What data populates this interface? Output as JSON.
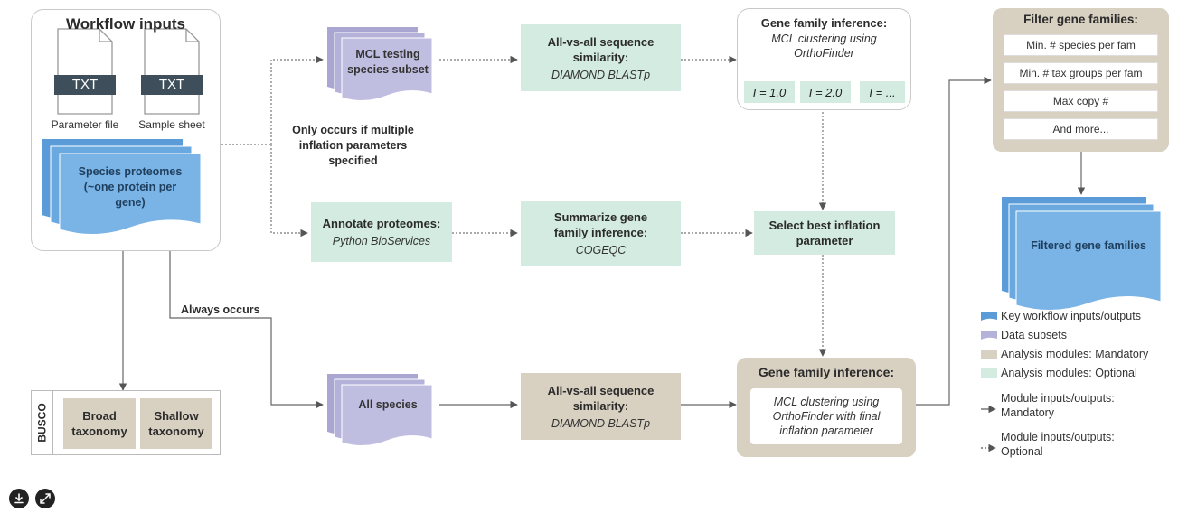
{
  "workflow_inputs": {
    "title": "Workflow inputs",
    "file1": {
      "ext": "TXT",
      "label": "Parameter file"
    },
    "file2": {
      "ext": "TXT",
      "label": "Sample sheet"
    },
    "proteomes": "Species proteomes (~one protein per gene)"
  },
  "notes": {
    "optional": "Only occurs if multiple inflation parameters specified",
    "always": "Always occurs"
  },
  "busco": {
    "label": "BUSCO",
    "broad": "Broad taxonomy",
    "shallow": "Shallow taxonomy"
  },
  "mcl_subset": "MCL testing species subset",
  "all_species": "All species",
  "allvsall_opt": {
    "title": "All-vs-all sequence similarity:",
    "tool": "DIAMOND BLASTp"
  },
  "allvsall_man": {
    "title": "All-vs-all sequence similarity:",
    "tool": "DIAMOND BLASTp"
  },
  "annotate": {
    "title": "Annotate proteomes:",
    "tool": "Python BioServices"
  },
  "summarize": {
    "title": "Summarize gene family inference:",
    "tool": "COGEQC"
  },
  "gfi_test": {
    "title": "Gene family inference:",
    "sub": "MCL clustering using OrthoFinder",
    "i1": "I = 1.0",
    "i2": "I = 2.0",
    "i3": "I = ..."
  },
  "select_best": "Select best inflation parameter",
  "gfi_final": {
    "title": "Gene family inference:",
    "sub": "MCL clustering using OrthoFinder with final inflation parameter"
  },
  "filter": {
    "title": "Filter gene families:",
    "items": [
      "Min. # species per fam",
      "Min. # tax groups per fam",
      "Max copy #",
      "And more..."
    ]
  },
  "filtered": "Filtered gene families",
  "legend": {
    "key": "Key workflow inputs/outputs",
    "subsets": "Data subsets",
    "mandatory": "Analysis modules: Mandatory",
    "optional": "Analysis modules: Optional",
    "arrow_mand": "Module inputs/outputs: Mandatory",
    "arrow_opt": "Module inputs/outputs: Optional"
  },
  "colors": {
    "blue": "#5b9bd8",
    "purple": "#b4b2d9",
    "tan": "#d8d0c1",
    "green": "#d3ebe1"
  },
  "icons": {
    "download": "download-icon",
    "expand": "expand-icon"
  }
}
